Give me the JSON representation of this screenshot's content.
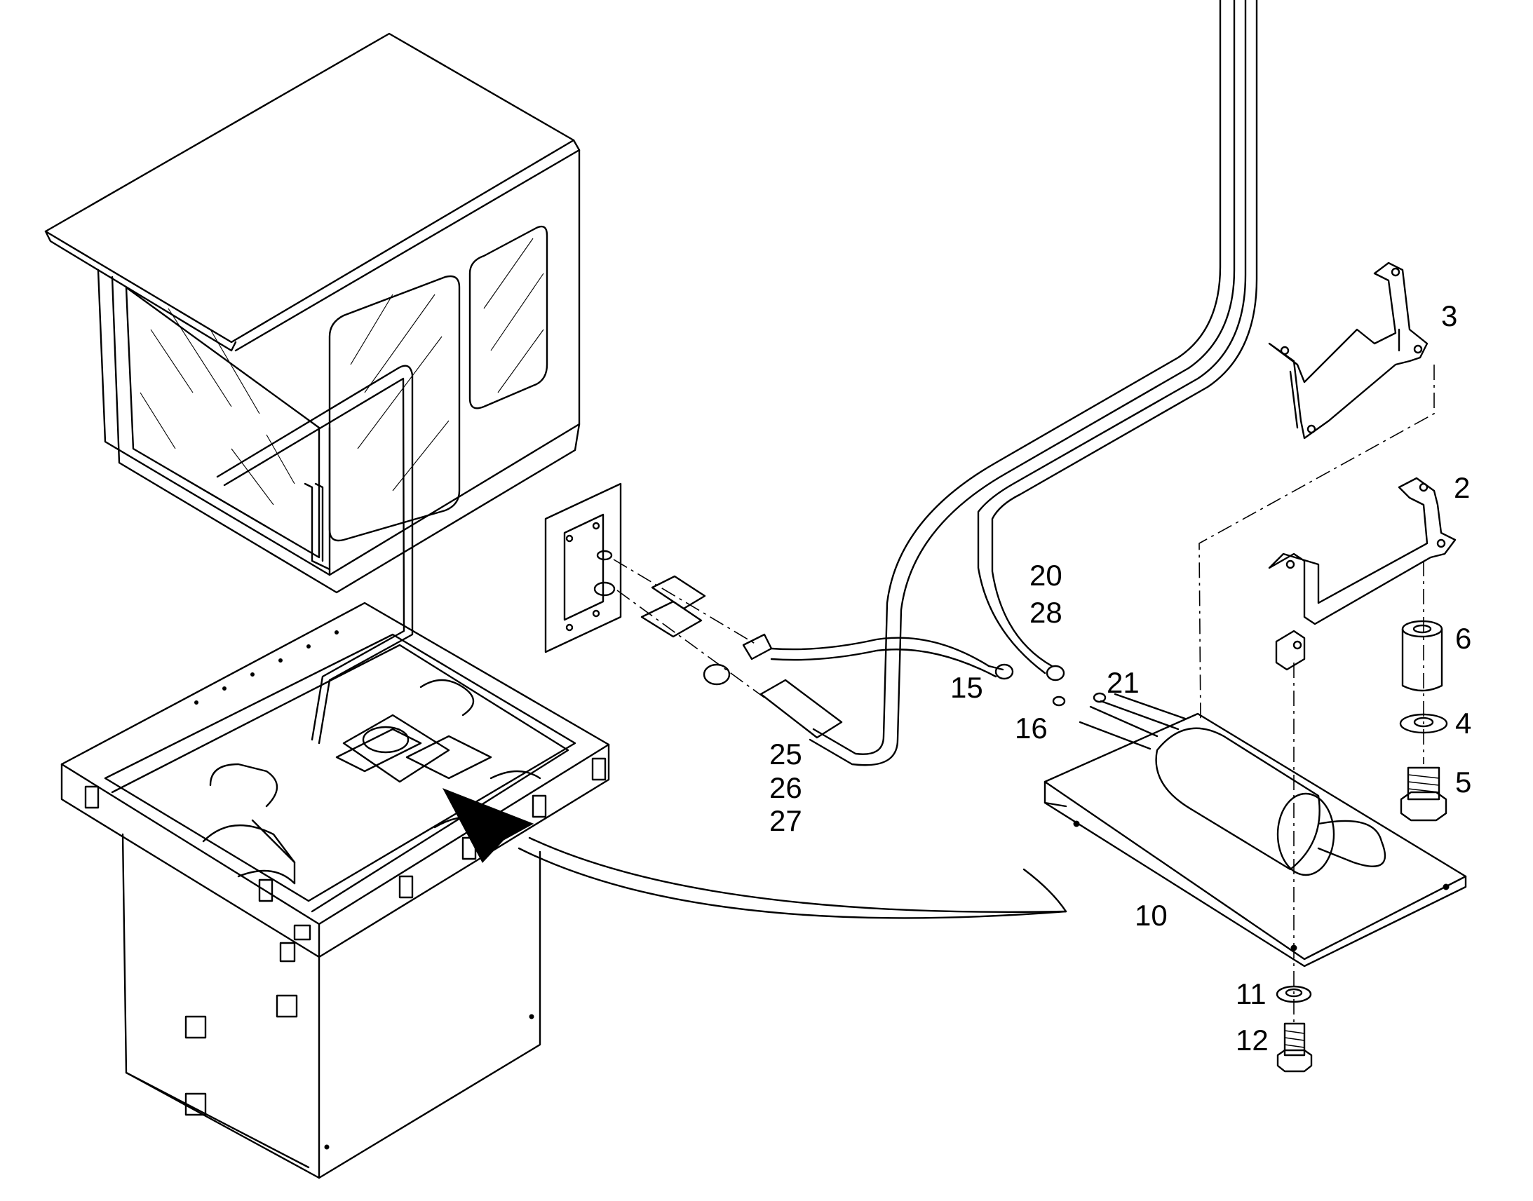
{
  "callouts": [
    {
      "id": "2",
      "text": "2"
    },
    {
      "id": "3",
      "text": "3"
    },
    {
      "id": "4",
      "text": "4"
    },
    {
      "id": "5",
      "text": "5"
    },
    {
      "id": "6",
      "text": "6"
    },
    {
      "id": "10",
      "text": "10"
    },
    {
      "id": "11",
      "text": "11"
    },
    {
      "id": "12",
      "text": "12"
    },
    {
      "id": "15",
      "text": "15"
    },
    {
      "id": "16",
      "text": "16"
    },
    {
      "id": "20",
      "text": "20"
    },
    {
      "id": "21",
      "text": "21"
    },
    {
      "id": "25",
      "text": "25"
    },
    {
      "id": "26",
      "text": "26"
    },
    {
      "id": "27",
      "text": "27"
    },
    {
      "id": "28",
      "text": "28"
    }
  ]
}
